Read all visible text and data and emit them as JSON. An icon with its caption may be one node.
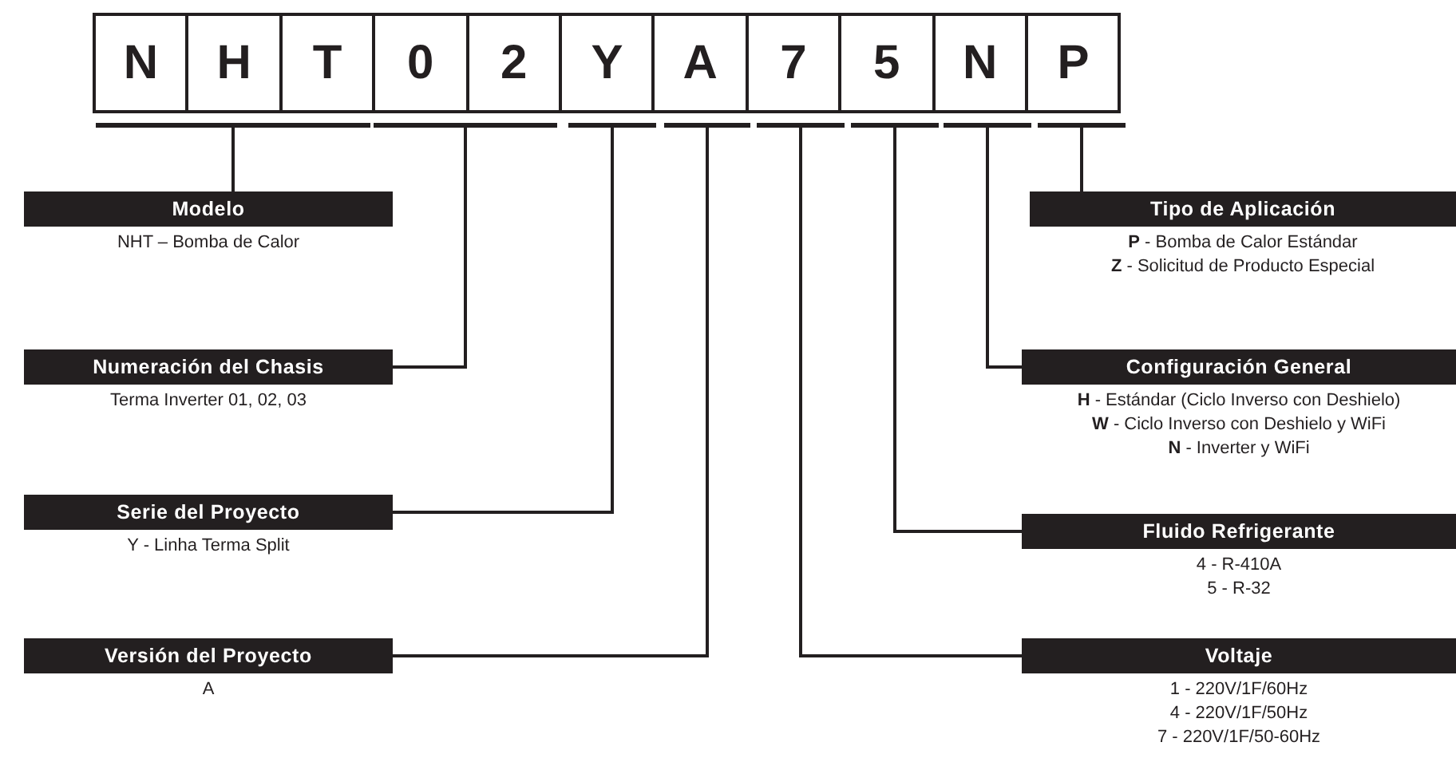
{
  "diagram": {
    "nodes": [
      {
        "text": [
          "N"
        ]
      },
      {
        "text": [
          "H"
        ]
      },
      {
        "text": [
          "T"
        ]
      },
      {
        "text": [
          "0"
        ]
      },
      {
        "text": [
          "2"
        ]
      },
      {
        "text": [
          "Y"
        ]
      },
      {
        "text": [
          "A"
        ]
      },
      {
        "text": [
          "7"
        ]
      },
      {
        "text": [
          "5"
        ]
      },
      {
        "text": [
          "N"
        ]
      },
      {
        "text": [
          "P"
        ]
      },
      {
        "text": [],
        "shape": "bar"
      },
      {
        "text": [],
        "shape": "bar"
      },
      {
        "text": [],
        "shape": "bar"
      },
      {
        "text": [],
        "shape": "bar"
      },
      {
        "text": [],
        "shape": "bar"
      },
      {
        "text": [],
        "shape": "bar"
      },
      {
        "text": [],
        "shape": "bar"
      },
      {
        "text": [],
        "shape": "bar"
      },
      {
        "text": [
          "Modelo"
        ],
        "beside": [
          "NHT – Bomba de Calor"
        ]
      },
      {
        "text": [
          "Numeración del Chasis"
        ],
        "beside": [
          "Terma Inverter 01, 02, 03"
        ]
      },
      {
        "text": [
          "Serie del Proyecto"
        ],
        "beside": [
          "Y - Linha Terma Split"
        ]
      },
      {
        "text": [
          "Versión del Proyecto"
        ],
        "beside": [
          "A"
        ]
      },
      {
        "text": [
          "Tipo de Aplicación"
        ],
        "beside": [
          "**P** - Bomba de Calor Estándar",
          "**Z** - Solicitud de Producto Especial"
        ]
      },
      {
        "text": [
          "Configuración General"
        ],
        "beside": [
          "**H** - Estándar (Ciclo Inverso con Deshielo)",
          "**W** - Ciclo Inverso con Deshielo y WiFi",
          "**N** - Inverter y WiFi"
        ]
      },
      {
        "text": [
          "Fluido Refrigerante"
        ],
        "beside": [
          "4 - R-410A",
          "5 - R-32"
        ]
      },
      {
        "text": [
          "Voltaje"
        ],
        "beside": [
          "1 - 220V/1F/60Hz",
          "4 - 220V/1F/50Hz",
          "7 - 220V/1F/50-60Hz"
        ]
      }
    ],
    "edges": [
      {
        "from": 11,
        "to": 19,
        "arrow": "none"
      },
      {
        "from": 12,
        "to": 20,
        "arrow": "none"
      },
      {
        "from": 13,
        "to": 21,
        "arrow": "none"
      },
      {
        "from": 14,
        "to": 22,
        "arrow": "none"
      },
      {
        "from": 15,
        "to": 26,
        "arrow": "none"
      },
      {
        "from": 16,
        "to": 25,
        "arrow": "none"
      },
      {
        "from": 17,
        "to": 24,
        "arrow": "none"
      },
      {
        "from": 18,
        "to": 23,
        "arrow": "none"
      }
    ]
  }
}
